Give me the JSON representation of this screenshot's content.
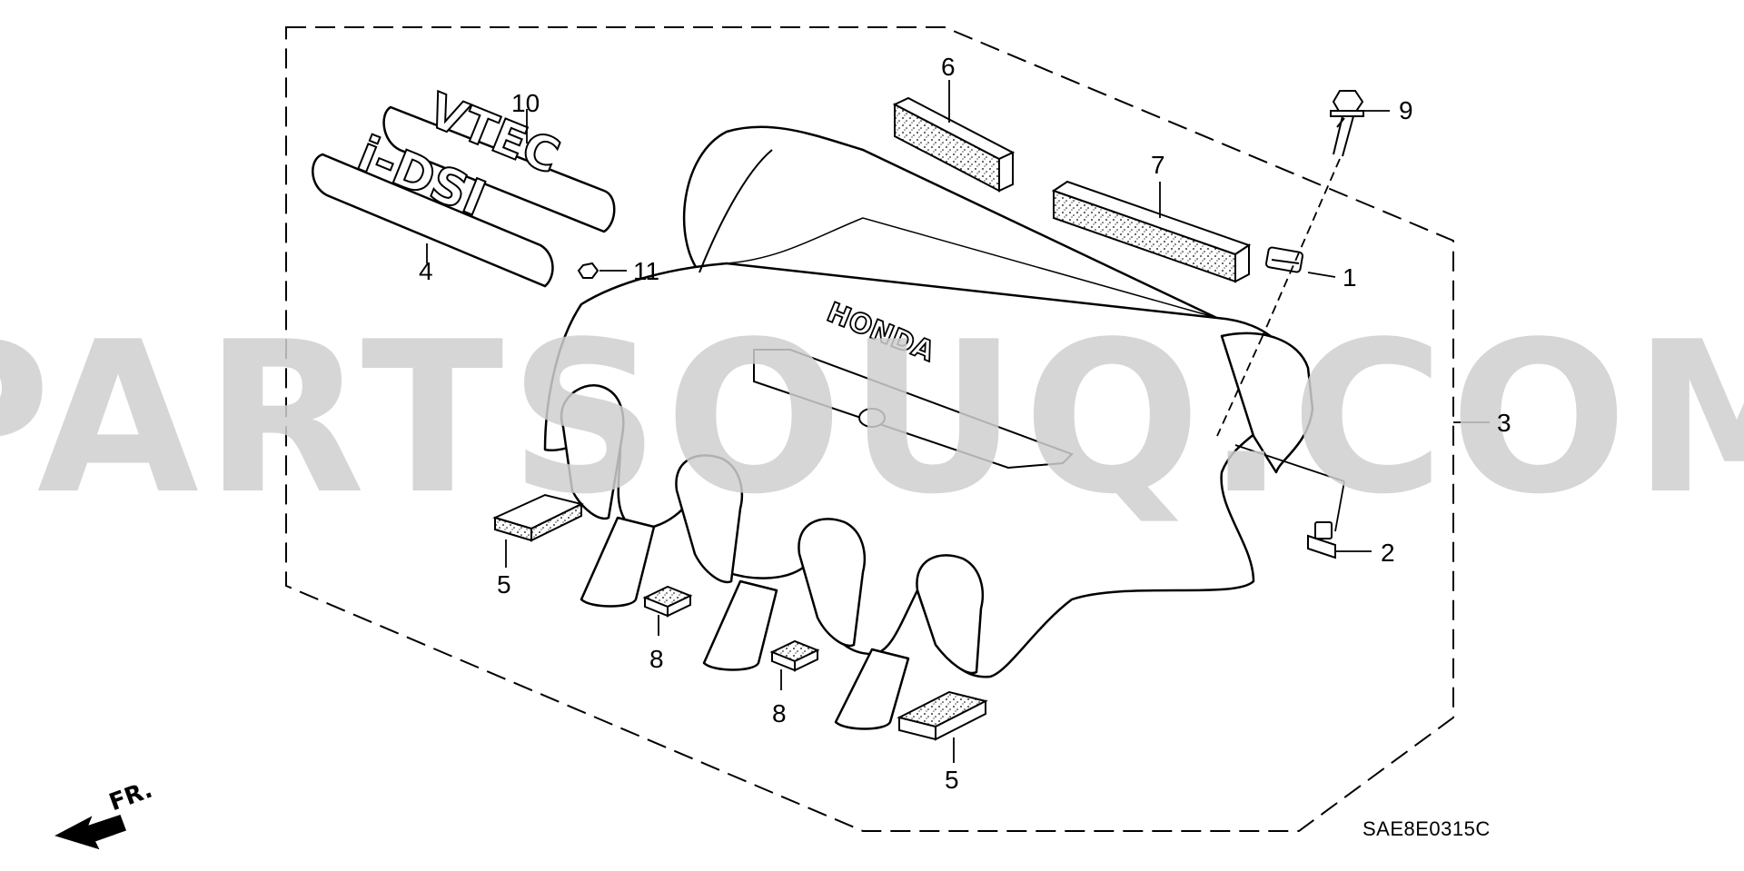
{
  "diagram": {
    "brand_text": "HONDA",
    "emblem_vtec": "VTEC",
    "emblem_idsi": "i-DSI",
    "diagram_code": "SAE8E0315C",
    "front_indicator": "FR.",
    "watermark": "PARTSOUQ.COM"
  },
  "callouts": [
    {
      "id": "1",
      "label": "1"
    },
    {
      "id": "2",
      "label": "2"
    },
    {
      "id": "3",
      "label": "3"
    },
    {
      "id": "4",
      "label": "4"
    },
    {
      "id": "5a",
      "label": "5"
    },
    {
      "id": "5b",
      "label": "5"
    },
    {
      "id": "6",
      "label": "6"
    },
    {
      "id": "7",
      "label": "7"
    },
    {
      "id": "8a",
      "label": "8"
    },
    {
      "id": "8b",
      "label": "8"
    },
    {
      "id": "9",
      "label": "9"
    },
    {
      "id": "10",
      "label": "10"
    },
    {
      "id": "11",
      "label": "11"
    }
  ]
}
